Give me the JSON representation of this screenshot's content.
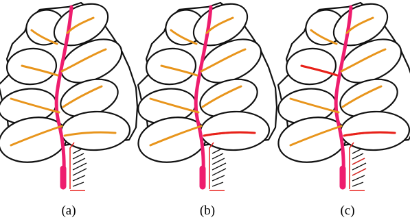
{
  "panels": [
    {
      "caption": "(a)",
      "highlighted_veins": []
    },
    {
      "caption": "(b)",
      "highlighted_veins": [
        "bottom-right"
      ]
    },
    {
      "caption": "(c)",
      "highlighted_veins": [
        "upper-left",
        "bottom-right"
      ]
    }
  ],
  "colors": {
    "outline": "#111111",
    "stem": "#ee1d6e",
    "vein": "#e8951c",
    "vein_highlight": "#e8201c",
    "hatch": "#111111",
    "hatch_highlight": "#e8201c"
  }
}
